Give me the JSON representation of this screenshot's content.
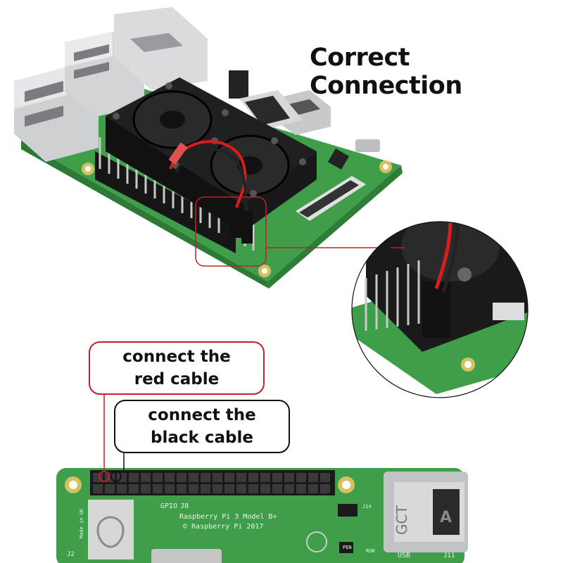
{
  "title": "Correct Connection",
  "callouts": {
    "red": {
      "line1": "connect the",
      "line2": "red cable"
    },
    "black": {
      "line1": "connect the",
      "line2": "black cable"
    }
  },
  "board_labels": {
    "model": "Raspberry Pi 3 Model B+",
    "copyright": "© Raspberry Pi 2017",
    "gpio": "GPIO",
    "j8": "J8",
    "usb": "USB",
    "gct": "GCT",
    "made_in": "Made in UK",
    "j11": "J11",
    "run": "RUN",
    "pen": "PEN",
    "j2": "J2",
    "j14": "J14"
  },
  "colors": {
    "pcb_green": "#3f9e4a",
    "pcb_light": "#5bb35f",
    "accent_red": "#c0202a",
    "fan_black": "#1b1b1b",
    "pin_silver": "#c9c9c9",
    "gold": "#d8c060"
  }
}
